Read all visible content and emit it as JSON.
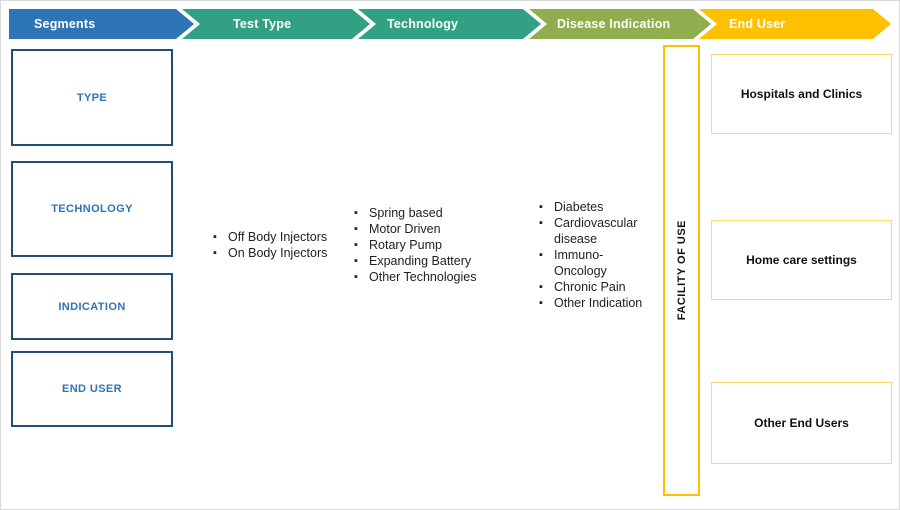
{
  "header": {
    "arrows": [
      {
        "label": "Segments",
        "color": "#2E75B6"
      },
      {
        "label": "Test Type",
        "color": "#32A183"
      },
      {
        "label": "Technology",
        "color": "#32A183"
      },
      {
        "label": "Disease Indication",
        "color": "#90AE4D"
      },
      {
        "label": "End User",
        "color": "#FFC000"
      }
    ]
  },
  "segment_boxes": [
    {
      "label": "TYPE"
    },
    {
      "label": "TECHNOLOGY"
    },
    {
      "label": "INDICATION"
    },
    {
      "label": "END USER"
    }
  ],
  "test_type_list": {
    "items": [
      "Off Body Injectors",
      "On Body Injectors"
    ]
  },
  "technology_list": {
    "items": [
      "Spring based",
      "Motor Driven",
      "Rotary Pump",
      "Expanding Battery",
      "Other Technologies"
    ]
  },
  "disease_list": {
    "items": [
      "Diabetes",
      "Cardiovascular\ndisease",
      "Immuno-\nOncology",
      "Chronic Pain",
      "Other Indication"
    ]
  },
  "facility_box": {
    "label": "FACILITY OF USE"
  },
  "end_user_boxes": [
    {
      "label": "Hospitals and Clinics"
    },
    {
      "label": "Home care settings"
    },
    {
      "label": "Other End Users"
    }
  ],
  "colors": {
    "segments_blue": "#2E75B6",
    "teal_green": "#32A183",
    "olive_green": "#90AE4D",
    "gold": "#FFC000",
    "light_gold_border": "#FFD966",
    "navy_border": "#1F4E79",
    "label_blue": "#2E75B6"
  }
}
